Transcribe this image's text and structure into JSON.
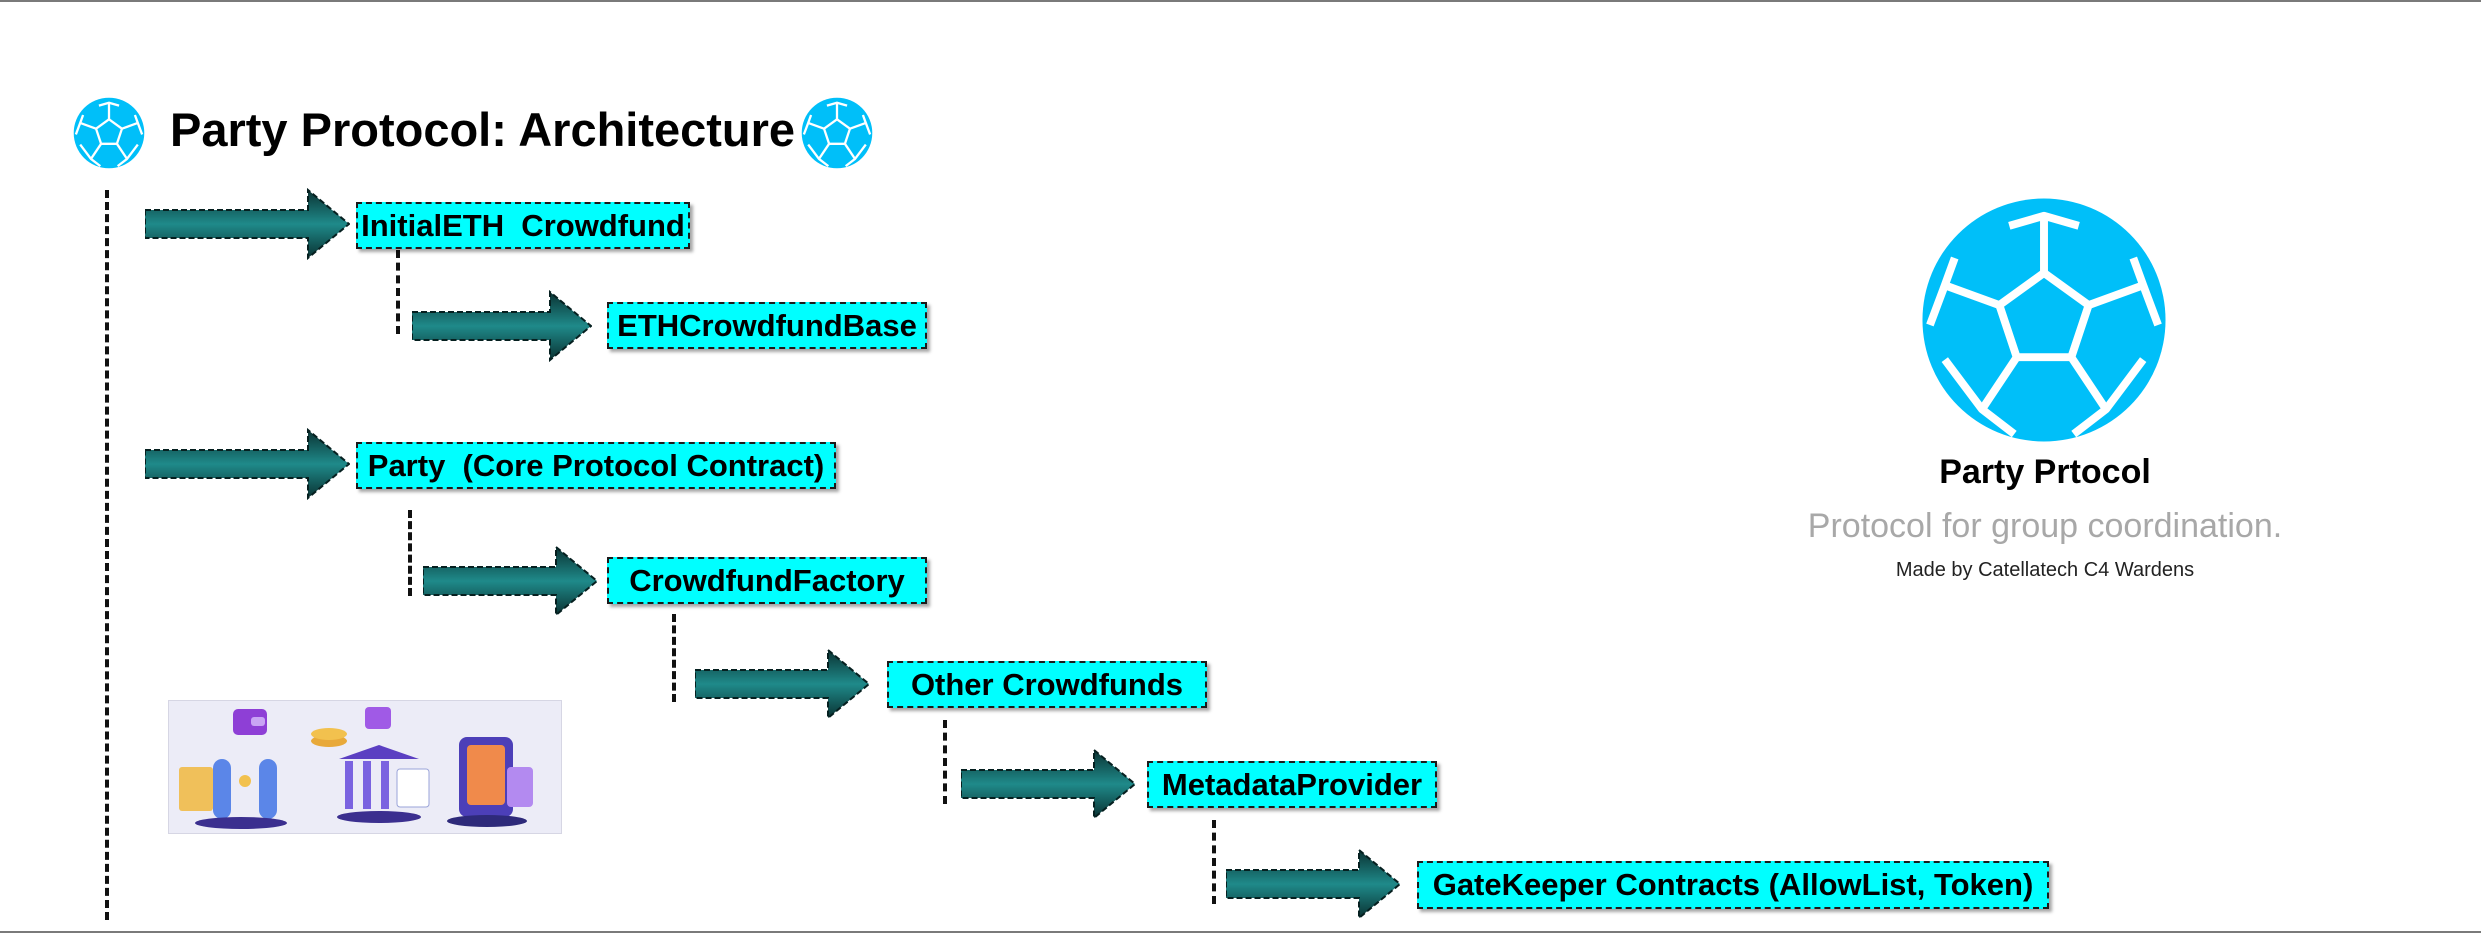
{
  "title": "Party Protocol: Architecture",
  "nodes": {
    "initial_eth_crowdfund": "InitialETH  Crowdfund",
    "eth_crowdfund_base": "ETHCrowdfundBase",
    "party_core": "Party  (Core Protocol Contract)",
    "crowdfund_factory": "CrowdfundFactory",
    "other_crowdfunds": "Other Crowdfunds",
    "metadata_provider": "MetadataProvider",
    "gatekeeper": "GateKeeper Contracts (AllowList, Token)"
  },
  "brand": {
    "name": "Party Prtocol",
    "tagline": "Protocol for group coordination.",
    "credit": "Made by Catellatech C4 Wardens"
  },
  "colors": {
    "node_fill": "#00ffff",
    "arrow_dark": "#0a3232",
    "arrow_mid": "#1f8a8a",
    "logo_blue": "#00bff9",
    "tagline_gray": "#a8a8a8"
  },
  "icons": [
    "party-ball-icon",
    "arrow-right-icon"
  ]
}
